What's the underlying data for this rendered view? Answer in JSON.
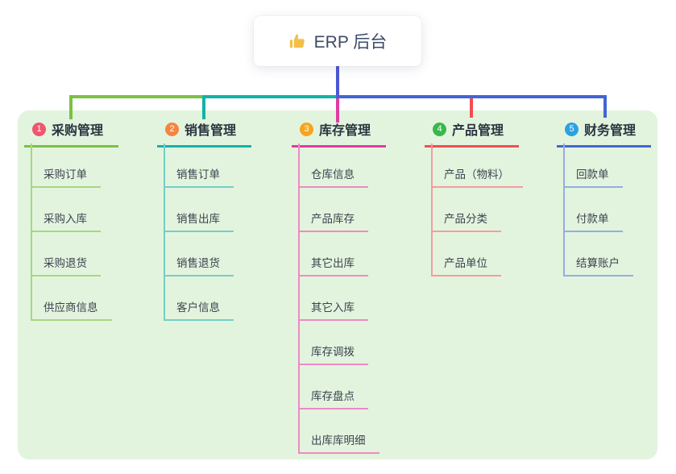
{
  "root": {
    "label": "ERP 后台",
    "icon": "thumbs-up-icon",
    "icon_color": "#f2c049",
    "stem_color": "#4c57d5"
  },
  "panel": {
    "background": "#e3f4de"
  },
  "branches": [
    {
      "badge": "1",
      "title": "采购管理",
      "color": "#7ac143",
      "light_color": "#a8d77e",
      "badge_color": "#f0566e",
      "items": [
        "采购订单",
        "采购入库",
        "采购退货",
        "供应商信息"
      ]
    },
    {
      "badge": "2",
      "title": "销售管理",
      "color": "#13b3a6",
      "light_color": "#74cec4",
      "badge_color": "#f58440",
      "items": [
        "销售订单",
        "销售出库",
        "销售退货",
        "客户信息"
      ]
    },
    {
      "badge": "3",
      "title": "库存管理",
      "color": "#e03ca0",
      "light_color": "#ee8ac4",
      "badge_color": "#f6a41f",
      "items": [
        "仓库信息",
        "产品库存",
        "其它出库",
        "其它入库",
        "库存调拨",
        "库存盘点",
        "出库库明细"
      ]
    },
    {
      "badge": "4",
      "title": "产品管理",
      "color": "#f44d52",
      "light_color": "#f79b9d",
      "badge_color": "#38b84b",
      "items": [
        "产品（物料）",
        "产品分类",
        "产品单位"
      ]
    },
    {
      "badge": "5",
      "title": "财务管理",
      "color": "#4166d4",
      "light_color": "#94ade0",
      "badge_color": "#2ba2e2",
      "items": [
        "回款单",
        "付款单",
        "结算账户"
      ]
    }
  ]
}
